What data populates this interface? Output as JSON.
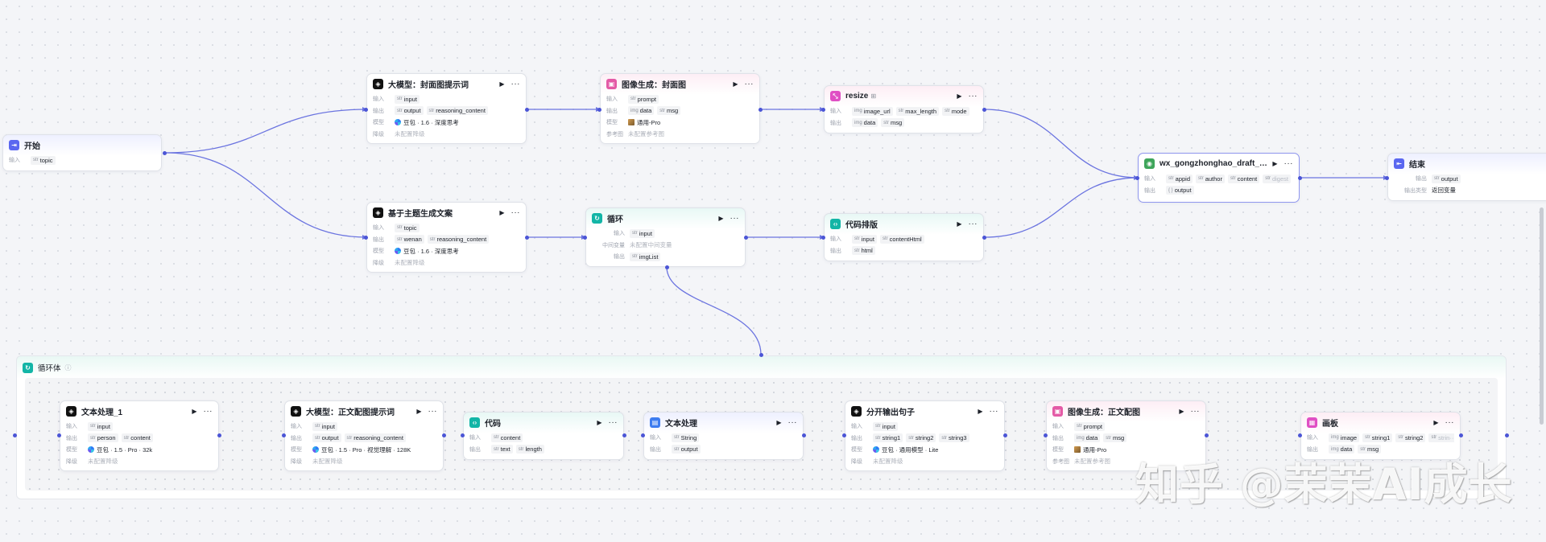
{
  "workflow": {
    "nodes": {
      "start": {
        "title": "开始",
        "in_label": "输入",
        "in1": "topic"
      },
      "cover_prompt": {
        "title": "大模型：封面图提示词",
        "in_label": "输入",
        "in1": "input",
        "out_label": "输出",
        "out1": "output",
        "out2": "reasoning_content",
        "model_label": "模型",
        "model": "豆包 · 1.6 · 深度思考",
        "ref_label": "降级",
        "ref": "未配置降级"
      },
      "cover_image": {
        "title": "图像生成：封面图",
        "in_label": "输入",
        "in1": "prompt",
        "out_label": "输出",
        "out1": "data",
        "out2": "msg",
        "model_label": "模型",
        "model": "通用-Pro",
        "ref_label": "参考图",
        "ref": "未配置参考图"
      },
      "resize": {
        "title": "resize",
        "badge": "⊞",
        "in_label": "输入",
        "in1": "image_url",
        "in2": "max_length",
        "in3": "mode",
        "out_label": "输出",
        "out1": "data",
        "out2": "msg"
      },
      "gen_copy": {
        "title": "基于主题生成文案",
        "in_label": "输入",
        "in1": "topic",
        "out_label": "输出",
        "out1": "wenan",
        "out2": "reasoning_content",
        "model_label": "模型",
        "model": "豆包 · 1.6 · 深度思考",
        "ref_label": "降级",
        "ref": "未配置降级"
      },
      "loop": {
        "title": "循环",
        "in_label": "输入",
        "in1": "input",
        "mid_label": "中间变量",
        "mid": "未配置中间变量",
        "out_label": "输出",
        "out1": "imgList"
      },
      "code_format": {
        "title": "代码排版",
        "in_label": "输入",
        "in1": "input",
        "in2": "contentHtml",
        "out_label": "输出",
        "out1": "html"
      },
      "draft": {
        "title": "wx_gongzhonghao_draft_t···",
        "badge": "⊞",
        "in_label": "输入",
        "in1": "appid",
        "in2": "author",
        "in3": "content",
        "in4": "digest",
        "out_label": "输出",
        "out1": "output"
      },
      "end": {
        "title": "结束",
        "out_label": "输出",
        "out1": "output",
        "mode_label": "输出类型",
        "mode": "返回变量"
      }
    },
    "loop_body": {
      "title": "循环体",
      "info": "ⓘ",
      "nodes": {
        "text1": {
          "title": "文本处理_1",
          "in_label": "输入",
          "in1": "input",
          "out_label": "输出",
          "out1": "person",
          "out2": "content",
          "model_label": "模型",
          "model": "豆包 · 1.5 · Pro · 32k",
          "ref_label": "降级",
          "ref": "未配置降级"
        },
        "body_prompt": {
          "title": "大模型：正文配图提示词",
          "in_label": "输入",
          "in1": "input",
          "out_label": "输出",
          "out1": "output",
          "out2": "reasoning_content",
          "model_label": "模型",
          "model": "豆包 · 1.5 · Pro · 视觉理解 · 128K",
          "ref_label": "降级",
          "ref": "未配置降级"
        },
        "code": {
          "title": "代码",
          "in_label": "输入",
          "in1": "content",
          "out_label": "输出",
          "out1": "text",
          "out2": "length"
        },
        "textproc": {
          "title": "文本处理",
          "in_label": "输入",
          "in1": "String",
          "out_label": "输出",
          "out1": "output"
        },
        "split": {
          "title": "分开输出句子",
          "in_label": "输入",
          "in1": "input",
          "out_label": "输出",
          "out1": "string1",
          "out2": "string2",
          "out3": "string3",
          "model_label": "模型",
          "model": "豆包 · 通用模型 · Lite",
          "ref_label": "降级",
          "ref": "未配置降级"
        },
        "body_image": {
          "title": "图像生成：正文配图",
          "in_label": "输入",
          "in1": "prompt",
          "out_label": "输出",
          "out1": "data",
          "out2": "msg",
          "model_label": "模型",
          "model": "通用-Pro",
          "ref_label": "参考图",
          "ref": "未配置参考图"
        },
        "canvas": {
          "title": "画板",
          "in_label": "输入",
          "in1": "image",
          "in2": "string1",
          "in3": "string2",
          "in4": "strin···",
          "out_label": "输出",
          "out1": "data",
          "out2": "msg"
        }
      }
    },
    "watermark": "知乎 @茉茉AI成长",
    "actions": {
      "run": "▶",
      "more": "···"
    },
    "type_marks": {
      "str": "str",
      "img": "img",
      "obj": "{ }"
    },
    "colors": {
      "edge": "#6b74e0",
      "port": "#4b55d6"
    }
  }
}
